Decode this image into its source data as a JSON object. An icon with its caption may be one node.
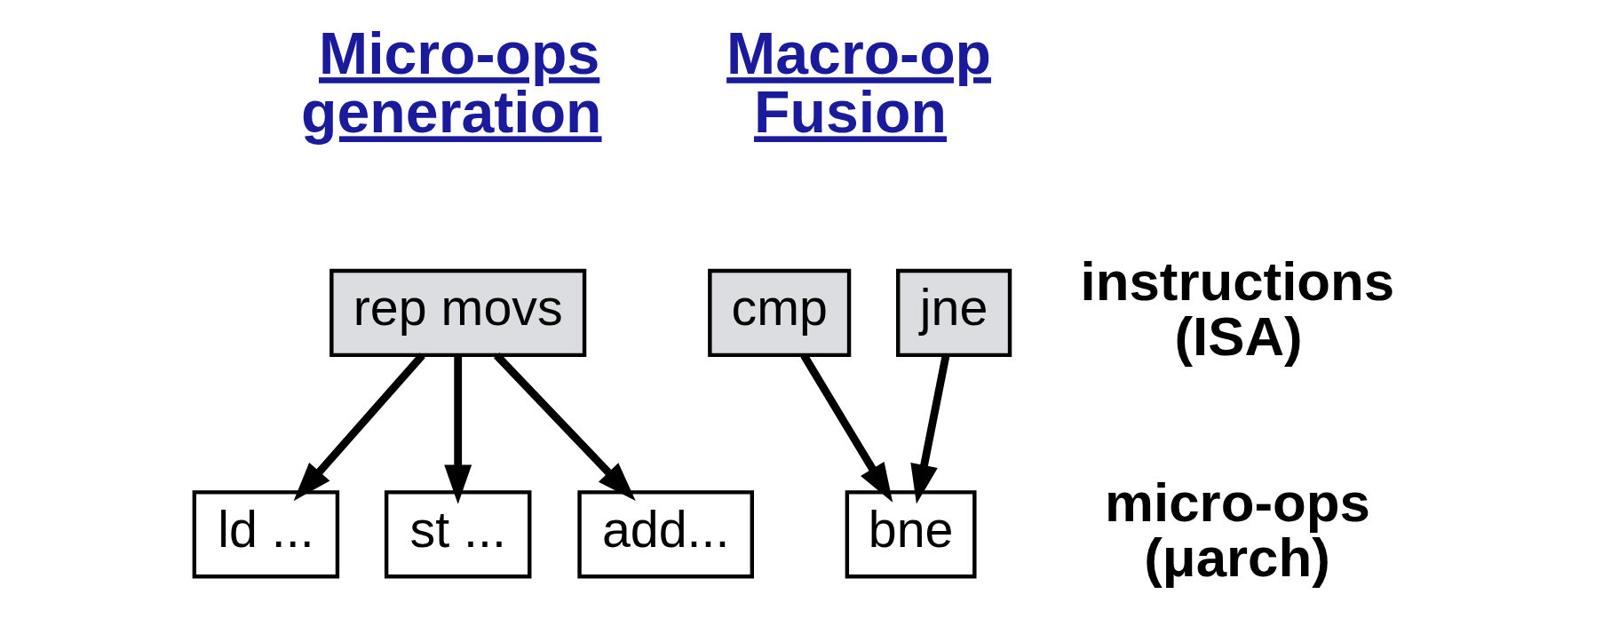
{
  "diagram": {
    "nodes": [
      {
        "text": [
          "rep movs"
        ]
      },
      {
        "text": [
          "ld ..."
        ]
      },
      {
        "text": [
          "st ..."
        ]
      },
      {
        "text": [
          "add..."
        ]
      },
      {
        "text": [
          "cmp"
        ]
      },
      {
        "text": [
          "jne"
        ]
      },
      {
        "text": [
          "bne"
        ]
      }
    ],
    "edges": [
      {
        "from": 0,
        "to": 1,
        "arrow": "to"
      },
      {
        "from": 0,
        "to": 2,
        "arrow": "to"
      },
      {
        "from": 0,
        "to": 3,
        "arrow": "to"
      },
      {
        "from": 4,
        "to": 6,
        "arrow": "to"
      },
      {
        "from": 5,
        "to": 6,
        "arrow": "to"
      }
    ],
    "labels": [
      "Micro-ops generation",
      "Macro-op Fusion",
      "instructions (ISA)",
      "micro-ops (μarch)"
    ]
  }
}
